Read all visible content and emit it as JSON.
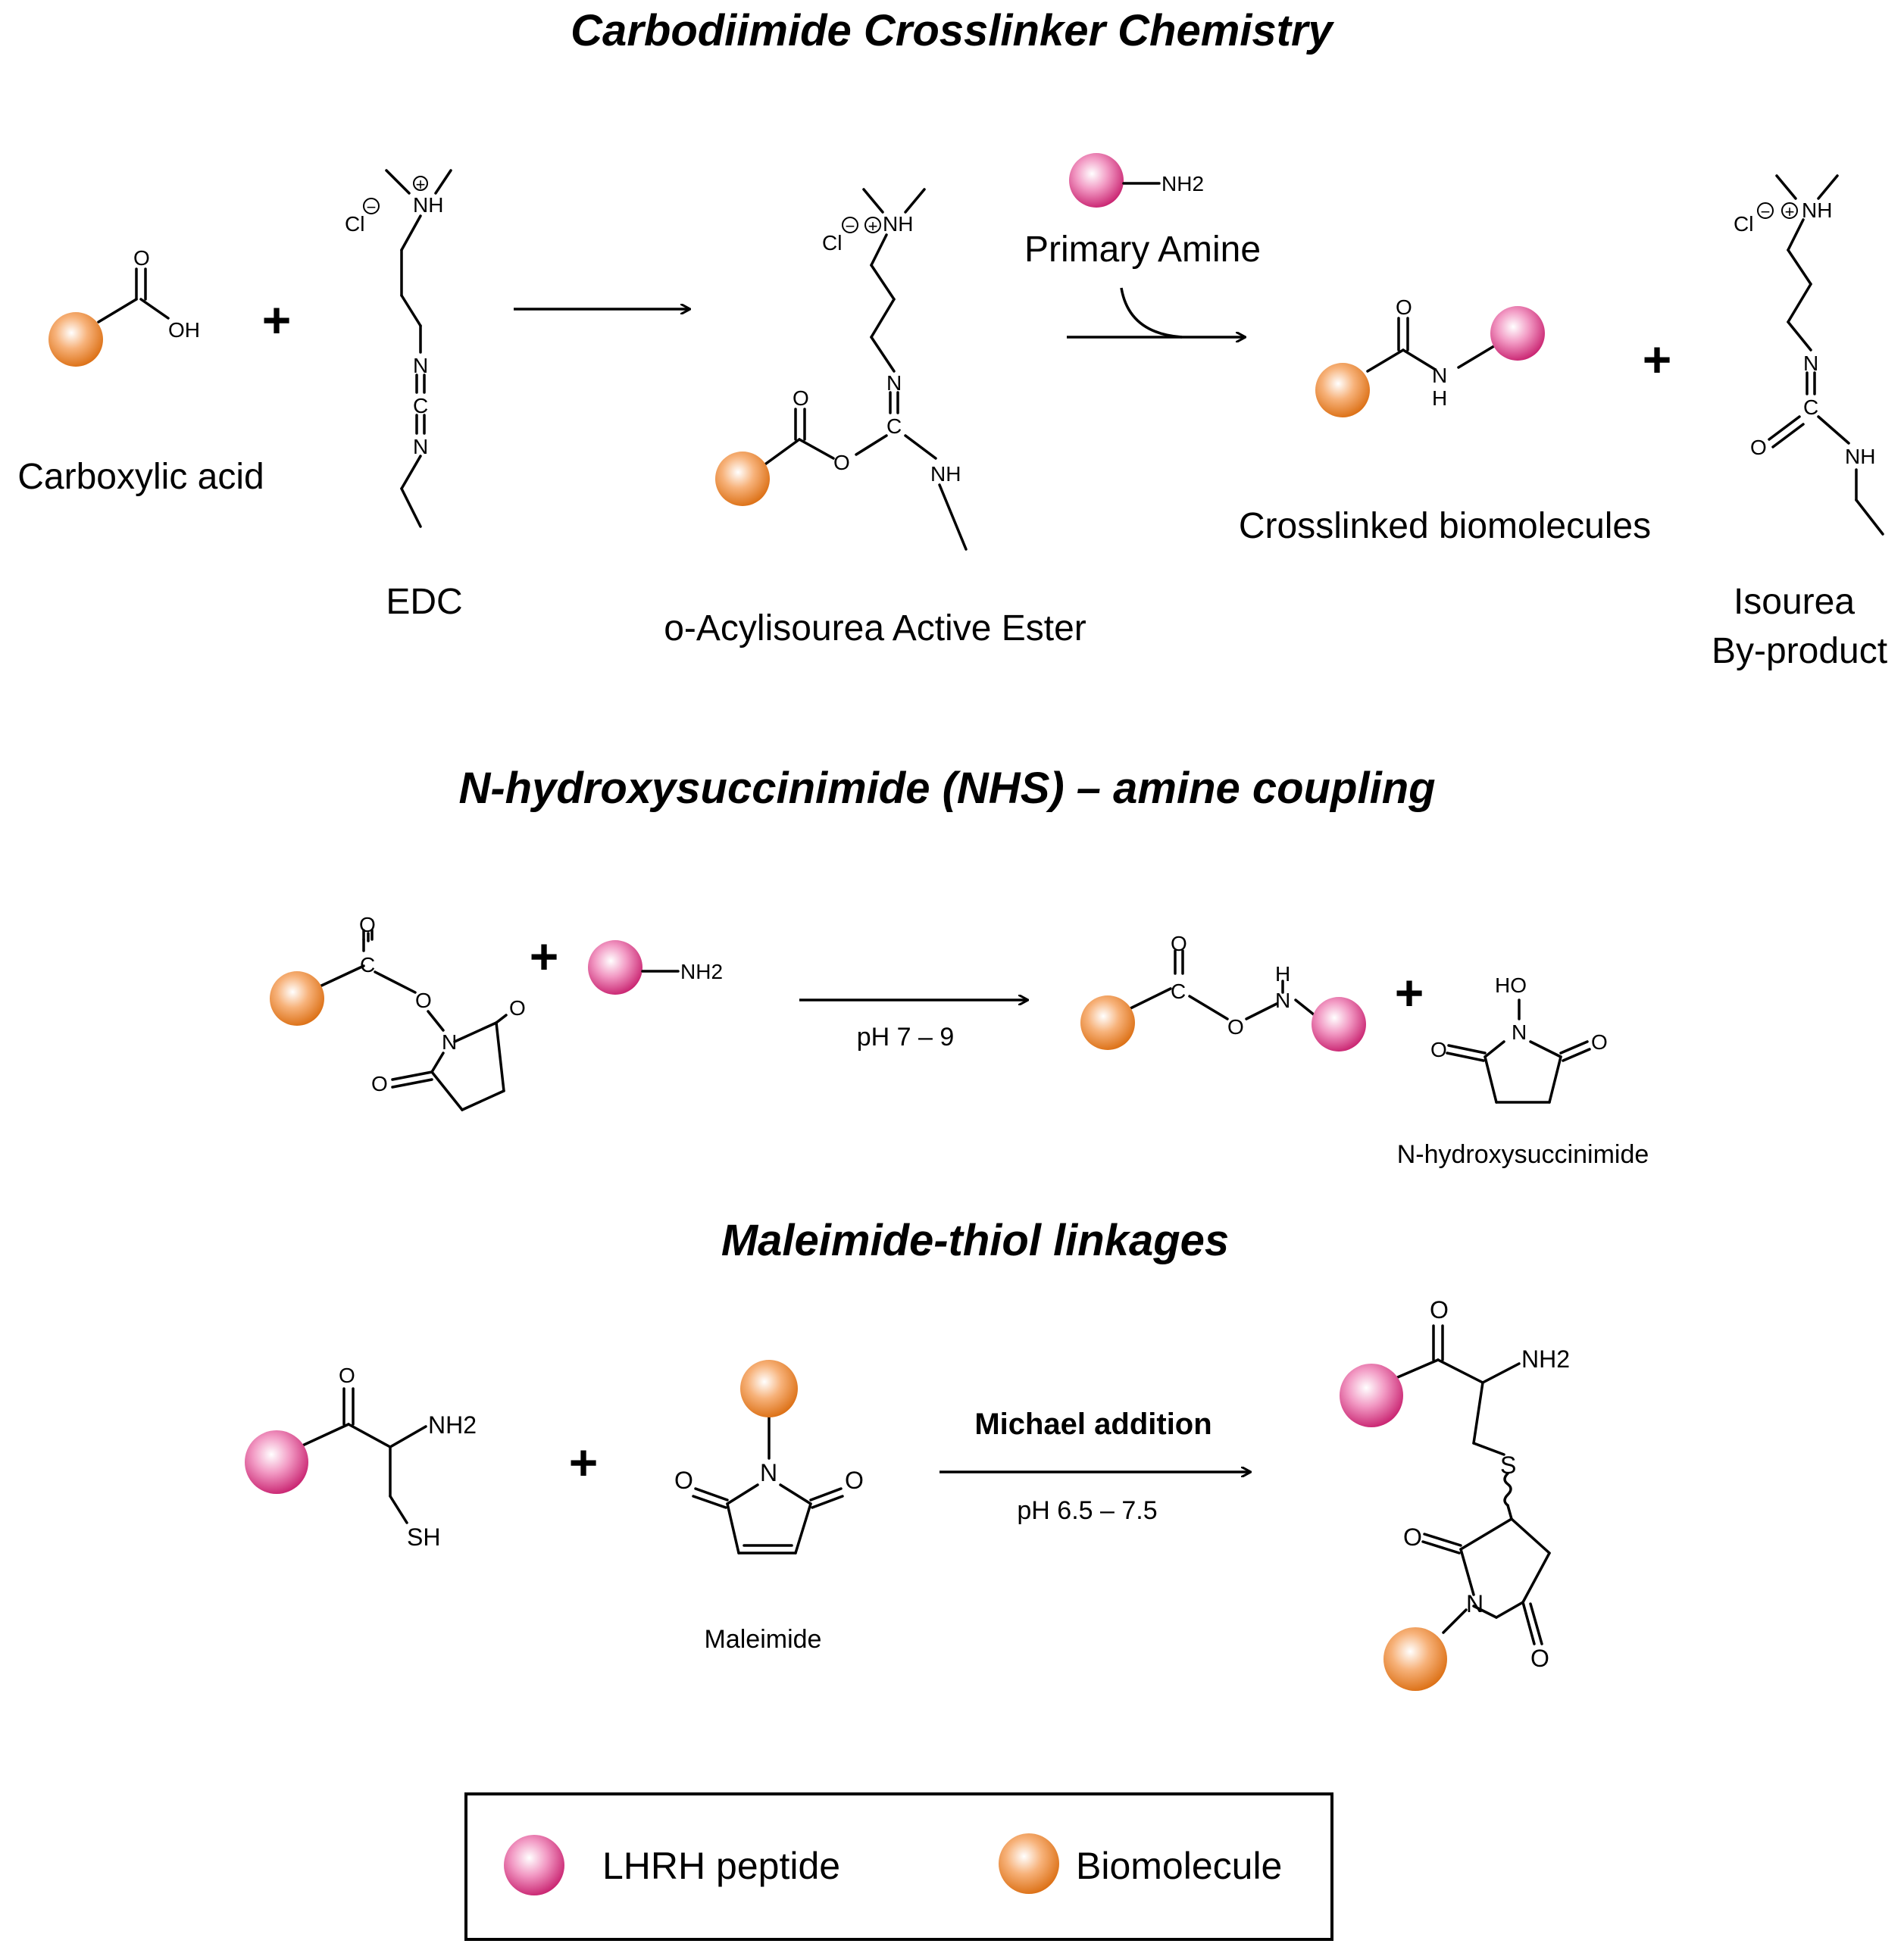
{
  "colors": {
    "lhrh": "#e0428f",
    "biomolecule": "#ef8a2d",
    "line": "#000000",
    "background": "#ffffff"
  },
  "sections": {
    "carbodiimide": {
      "title": "Carbodiimide Crosslinker Chemistry",
      "carboxylic_acid": "Carboxylic acid",
      "edc": "EDC",
      "active_ester": "o-Acylisourea Active Ester",
      "primary_amine": "Primary Amine",
      "crosslinked": "Crosslinked biomolecules",
      "isourea_line1": "Isourea",
      "isourea_line2": "By-product"
    },
    "nhs": {
      "title": "N-hydroxysuccinimide (NHS) – amine coupling",
      "condition": "pH 7 – 9",
      "product_label": "N-hydroxysuccinimide"
    },
    "maleimide": {
      "title": "Maleimide-thiol linkages",
      "reaction_name": "Michael addition",
      "condition": "pH 6.5 – 7.5",
      "maleimide_label": "Maleimide"
    }
  },
  "atoms": {
    "O": "O",
    "OH": "OH",
    "HO": "HO",
    "N": "N",
    "C": "C",
    "NH": "NH",
    "H": "H",
    "NH2": "NH2",
    "SH": "SH",
    "S": "S",
    "Cl": "Cl",
    "plus_sign": "+",
    "minus_charge": "−",
    "plus_charge": "+"
  },
  "legend": {
    "lhrh_label": "LHRH peptide",
    "biomolecule_label": "Biomolecule"
  }
}
